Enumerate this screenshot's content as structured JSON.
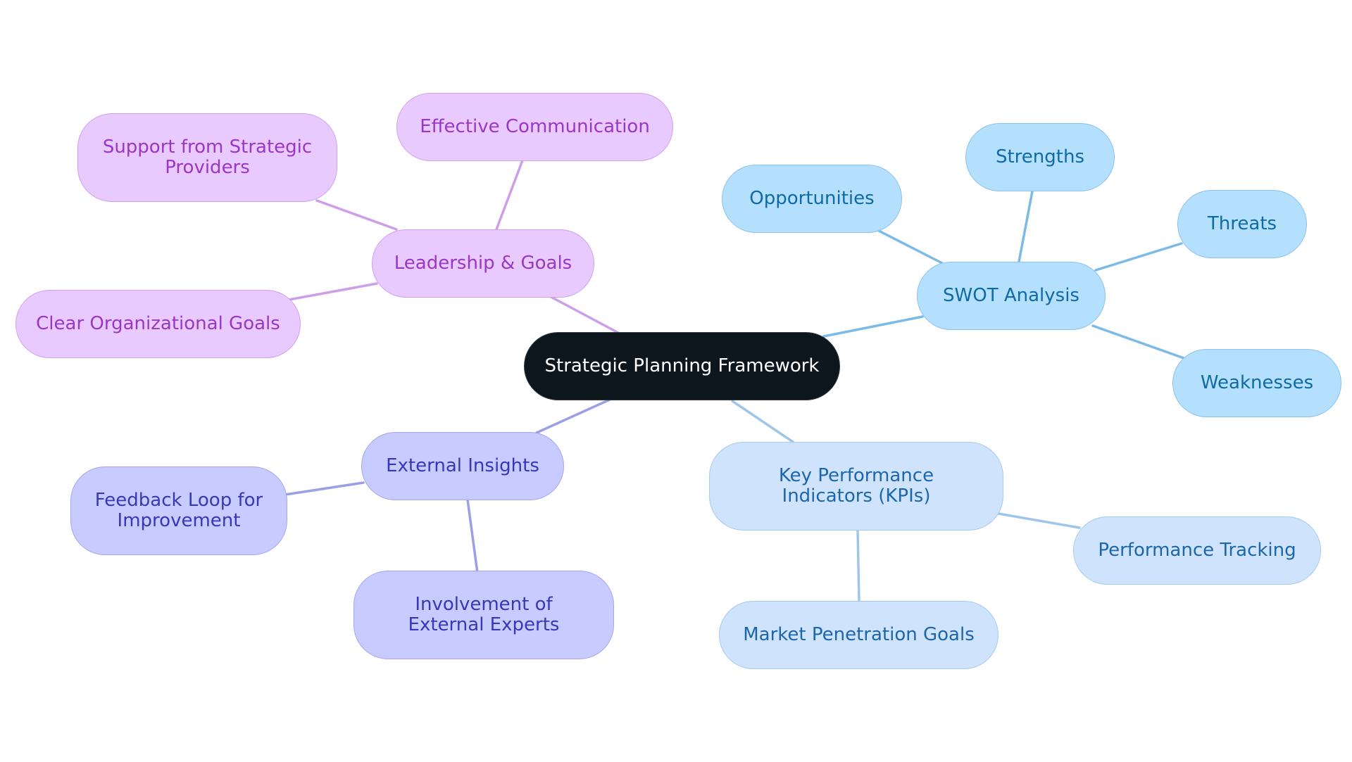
{
  "diagram": {
    "root": {
      "label": "Strategic Planning Framework"
    },
    "leadership": {
      "label": "Leadership & Goals"
    },
    "effective_communication": {
      "label": "Effective Communication"
    },
    "support_providers": {
      "label": "Support from Strategic Providers"
    },
    "clear_goals": {
      "label": "Clear Organizational Goals"
    },
    "external_insights": {
      "label": "External Insights"
    },
    "feedback_loop": {
      "label": "Feedback Loop for Improvement"
    },
    "external_experts": {
      "label": "Involvement of External Experts"
    },
    "swot": {
      "label": "SWOT Analysis"
    },
    "opportunities": {
      "label": "Opportunities"
    },
    "strengths": {
      "label": "Strengths"
    },
    "threats": {
      "label": "Threats"
    },
    "weaknesses": {
      "label": "Weaknesses"
    },
    "kpis": {
      "label": "Key Performance Indicators (KPIs)"
    },
    "performance_tracking": {
      "label": "Performance Tracking"
    },
    "market_penetration": {
      "label": "Market Penetration Goals"
    }
  },
  "colors": {
    "root_fill": "#0d161d",
    "leadership_branch": "#cf9ee8",
    "external_branch": "#9b9fe6",
    "swot_branch": "#7bbbe6",
    "kpi_branch": "#9fc6ea"
  }
}
